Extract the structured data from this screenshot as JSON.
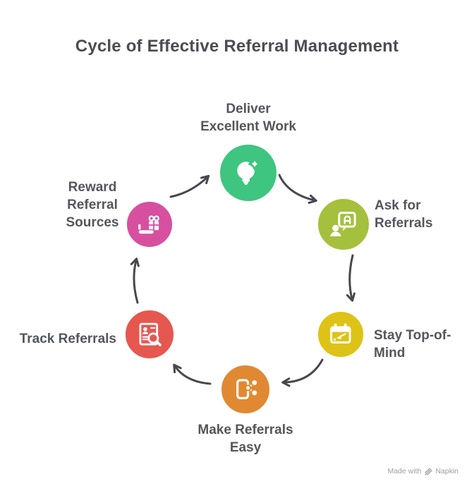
{
  "title": "Cycle of Effective Referral Management",
  "arrow_color": "#47474f",
  "watermark": {
    "prefix": "Made with",
    "brand": "Napkin"
  },
  "nodes": {
    "deliver": {
      "lines": [
        "Deliver",
        "Excellent Work"
      ],
      "color": "#3ec57f",
      "icon": "lightbulb-sparkle-icon"
    },
    "ask": {
      "lines": [
        "Ask for",
        "Referrals"
      ],
      "color": "#a4c03c",
      "icon": "person-speech-bubble-icon"
    },
    "stay": {
      "lines": [
        "Stay Top-of-",
        "Mind"
      ],
      "color": "#ddc317",
      "icon": "calendar-pointer-icon"
    },
    "make": {
      "lines": [
        "Make Referrals",
        "Easy"
      ],
      "color": "#e08932",
      "icon": "phone-share-icon"
    },
    "track": {
      "lines": [
        "Track Referrals"
      ],
      "color": "#e65750",
      "icon": "document-magnifier-icon"
    },
    "reward": {
      "lines": [
        "Reward",
        "Referral",
        "Sources"
      ],
      "color": "#d6509f",
      "icon": "hand-gift-icon"
    }
  }
}
